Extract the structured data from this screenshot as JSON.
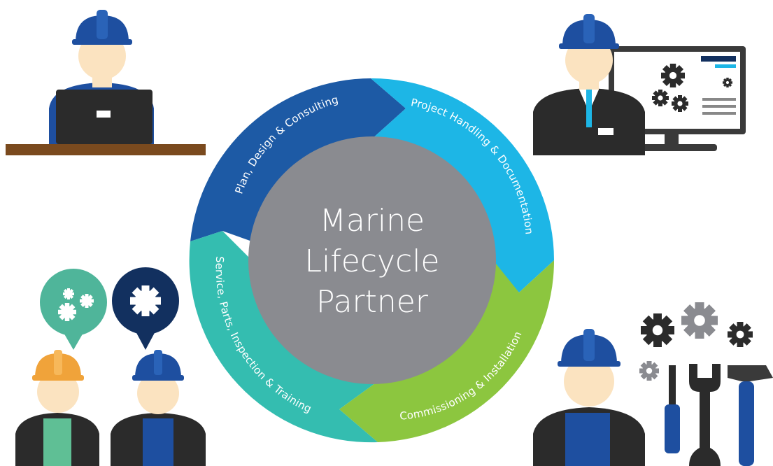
{
  "center": {
    "line1": "Marine",
    "line2": "Lifecycle",
    "line3": "Partner"
  },
  "segments": [
    {
      "label": "Plan, Design & Consulting",
      "color": "#1d5aa5"
    },
    {
      "label": "Project Handling & Documentation",
      "color": "#1db6e6"
    },
    {
      "label": "Commissioning & Installation",
      "color": "#8cc63f"
    },
    {
      "label": "Service, Parts, Inspection & Training",
      "color": "#34bdb0"
    }
  ],
  "colors": {
    "hub": "#8a8b90",
    "helmet_blue": "#1e4fa0",
    "helmet_orange": "#f0a33a",
    "suit": "#2b2b2b",
    "skin": "#fbe3c0",
    "desk": "#7a4a1e",
    "bubble_green": "#4fb59a",
    "bubble_navy": "#12305f"
  },
  "icons": [
    "engineer-laptop-icon",
    "engineer-monitor-icon",
    "workers-gears-icon",
    "mechanic-tools-icon"
  ]
}
